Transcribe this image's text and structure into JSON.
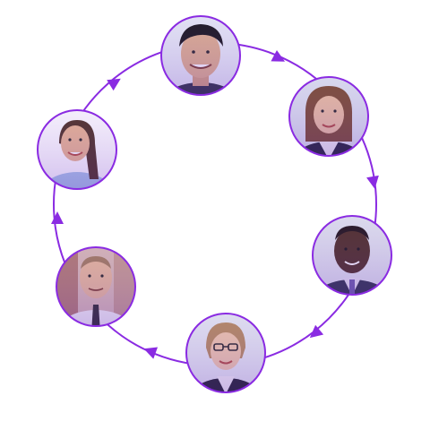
{
  "colors": {
    "accent": "#8a2be2",
    "accent_light": "#b98af2",
    "background": "#ffffff"
  },
  "nodes": [
    {
      "name": "person-young-man-smiling",
      "icon": "avatar-icon"
    },
    {
      "name": "person-woman-in-blazer",
      "icon": "avatar-icon"
    },
    {
      "name": "person-man-in-suit",
      "icon": "avatar-icon"
    },
    {
      "name": "person-woman-with-glasses",
      "icon": "avatar-icon"
    },
    {
      "name": "person-man-in-white-shirt",
      "icon": "avatar-icon"
    },
    {
      "name": "person-woman-smiling",
      "icon": "avatar-icon"
    }
  ],
  "flow_direction": "clockwise"
}
